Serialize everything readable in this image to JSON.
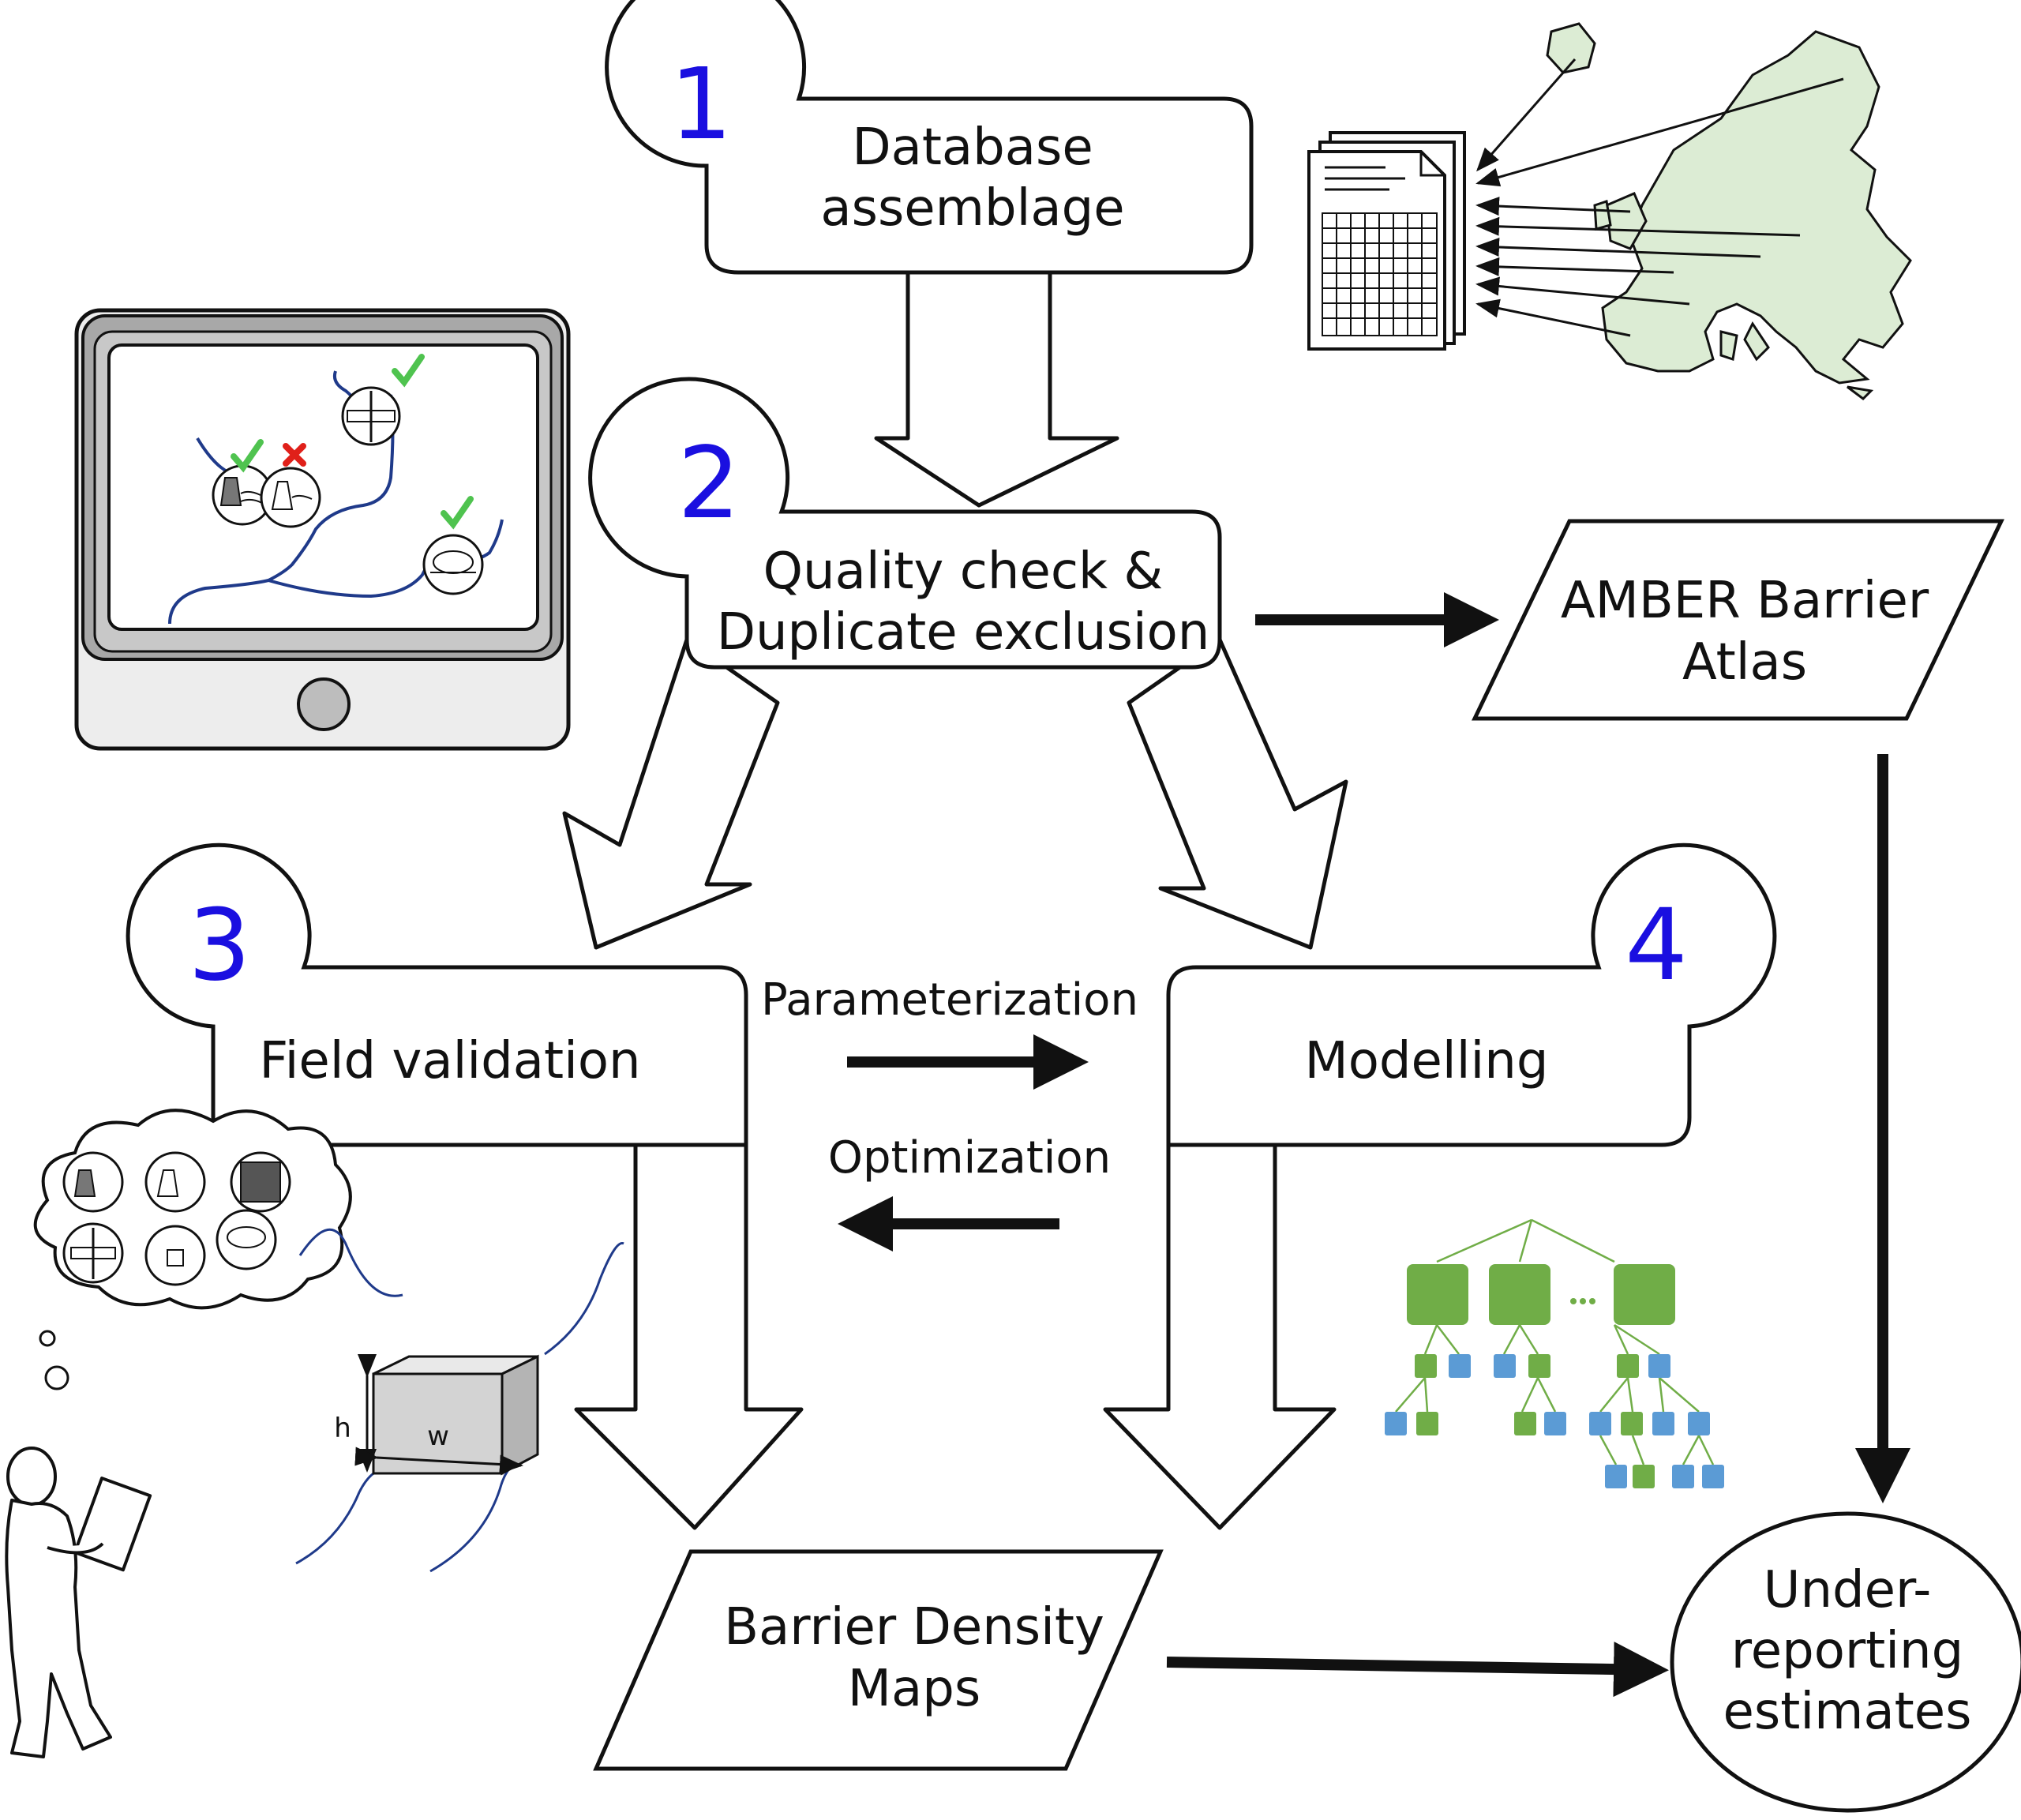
{
  "steps": [
    {
      "number": "1",
      "label_lines": [
        "Database",
        "assemblage"
      ]
    },
    {
      "number": "2",
      "label_lines": [
        "Quality check &",
        "Duplicate exclusion"
      ]
    },
    {
      "number": "3",
      "label_lines": [
        "Field validation"
      ]
    },
    {
      "number": "4",
      "label_lines": [
        "Modelling"
      ]
    }
  ],
  "outputs": {
    "atlas_lines": [
      "AMBER Barrier",
      "Atlas"
    ],
    "density_lines": [
      "Barrier Density",
      "Maps"
    ],
    "underreporting_lines": [
      "Under-",
      "reporting",
      "estimates"
    ]
  },
  "links": {
    "parameterization": "Parameterization",
    "optimization": "Optimization"
  },
  "box_dims": {
    "height": "h",
    "width": "w"
  },
  "colors": {
    "step_number": "#1a0fe0",
    "river": "#1f3a8a",
    "check": "#4fc34f",
    "cross": "#e0201a",
    "europe": "#dcecd4",
    "tree_green": "#70ad47",
    "tree_blue": "#5b9bd5"
  },
  "icons": [
    "monitor-icon",
    "document-icon",
    "europe-map-icon",
    "thought-cloud-icon",
    "person-icon",
    "barrier-box-icon",
    "decision-tree-icon"
  ]
}
